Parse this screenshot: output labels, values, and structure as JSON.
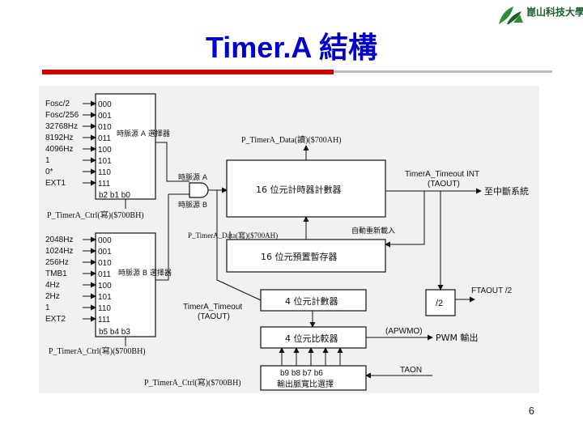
{
  "slide": {
    "title": "Timer.A 結構",
    "page_number": "6",
    "logo_text": "崑山科技大學"
  },
  "diagram": {
    "mux_a": {
      "inputs": [
        "Fosc/2",
        "Fosc/256",
        "32768Hz",
        "8192Hz",
        "4096Hz",
        "1",
        "0*",
        "EXT1"
      ],
      "codes": [
        "000",
        "001",
        "010",
        "011",
        "100",
        "101",
        "110",
        "111"
      ],
      "label": "時脈源 A 選擇器",
      "bits": "b2  b1  b0"
    },
    "mux_b": {
      "inputs": [
        "2048Hz",
        "1024Hz",
        "256Hz",
        "TMB1",
        "4Hz",
        "2Hz",
        "1",
        "EXT2"
      ],
      "codes": [
        "000",
        "001",
        "010",
        "011",
        "100",
        "101",
        "110",
        "111"
      ],
      "label": "時脈源 B 選擇器",
      "bits": "b5  b4  b3"
    },
    "labels": {
      "ctrl_a": "P_TimerA_Ctrl(寫)($700BH)",
      "ctrl_b": "P_TimerA_Ctrl(寫)($700BH)",
      "ctrl_c": "P_TimerA_Ctrl(寫)($700BH)",
      "data_read": "P_TimerA_Data(讀)($700AH)",
      "data_write": "P_TimerA_Data(寫)($700AH)",
      "src_a": "時脈源 A",
      "src_b": "時脈源 B",
      "counter": "16 位元計時器計數器",
      "preload": "16 位元預置暫存器",
      "reload": "自動重新載入",
      "timeout_int": "TimerA_Timeout INT",
      "taout": "(TAOUT)",
      "to_interrupt": "至中斷系統",
      "counter4": "4 位元計數器",
      "timeout2": "TimerA_Timeout",
      "taout2": "(TAOUT)",
      "div2": "/2",
      "ftaout": "FTAOUT /2",
      "comparator": "4 位元比較器",
      "apwmo": "(APWMO)",
      "pwm_out": "PWM 輸出",
      "taon": "TAON",
      "duty_bits": "b9  b8  b7 b6",
      "duty": "輸出脈寬比選擇"
    }
  }
}
